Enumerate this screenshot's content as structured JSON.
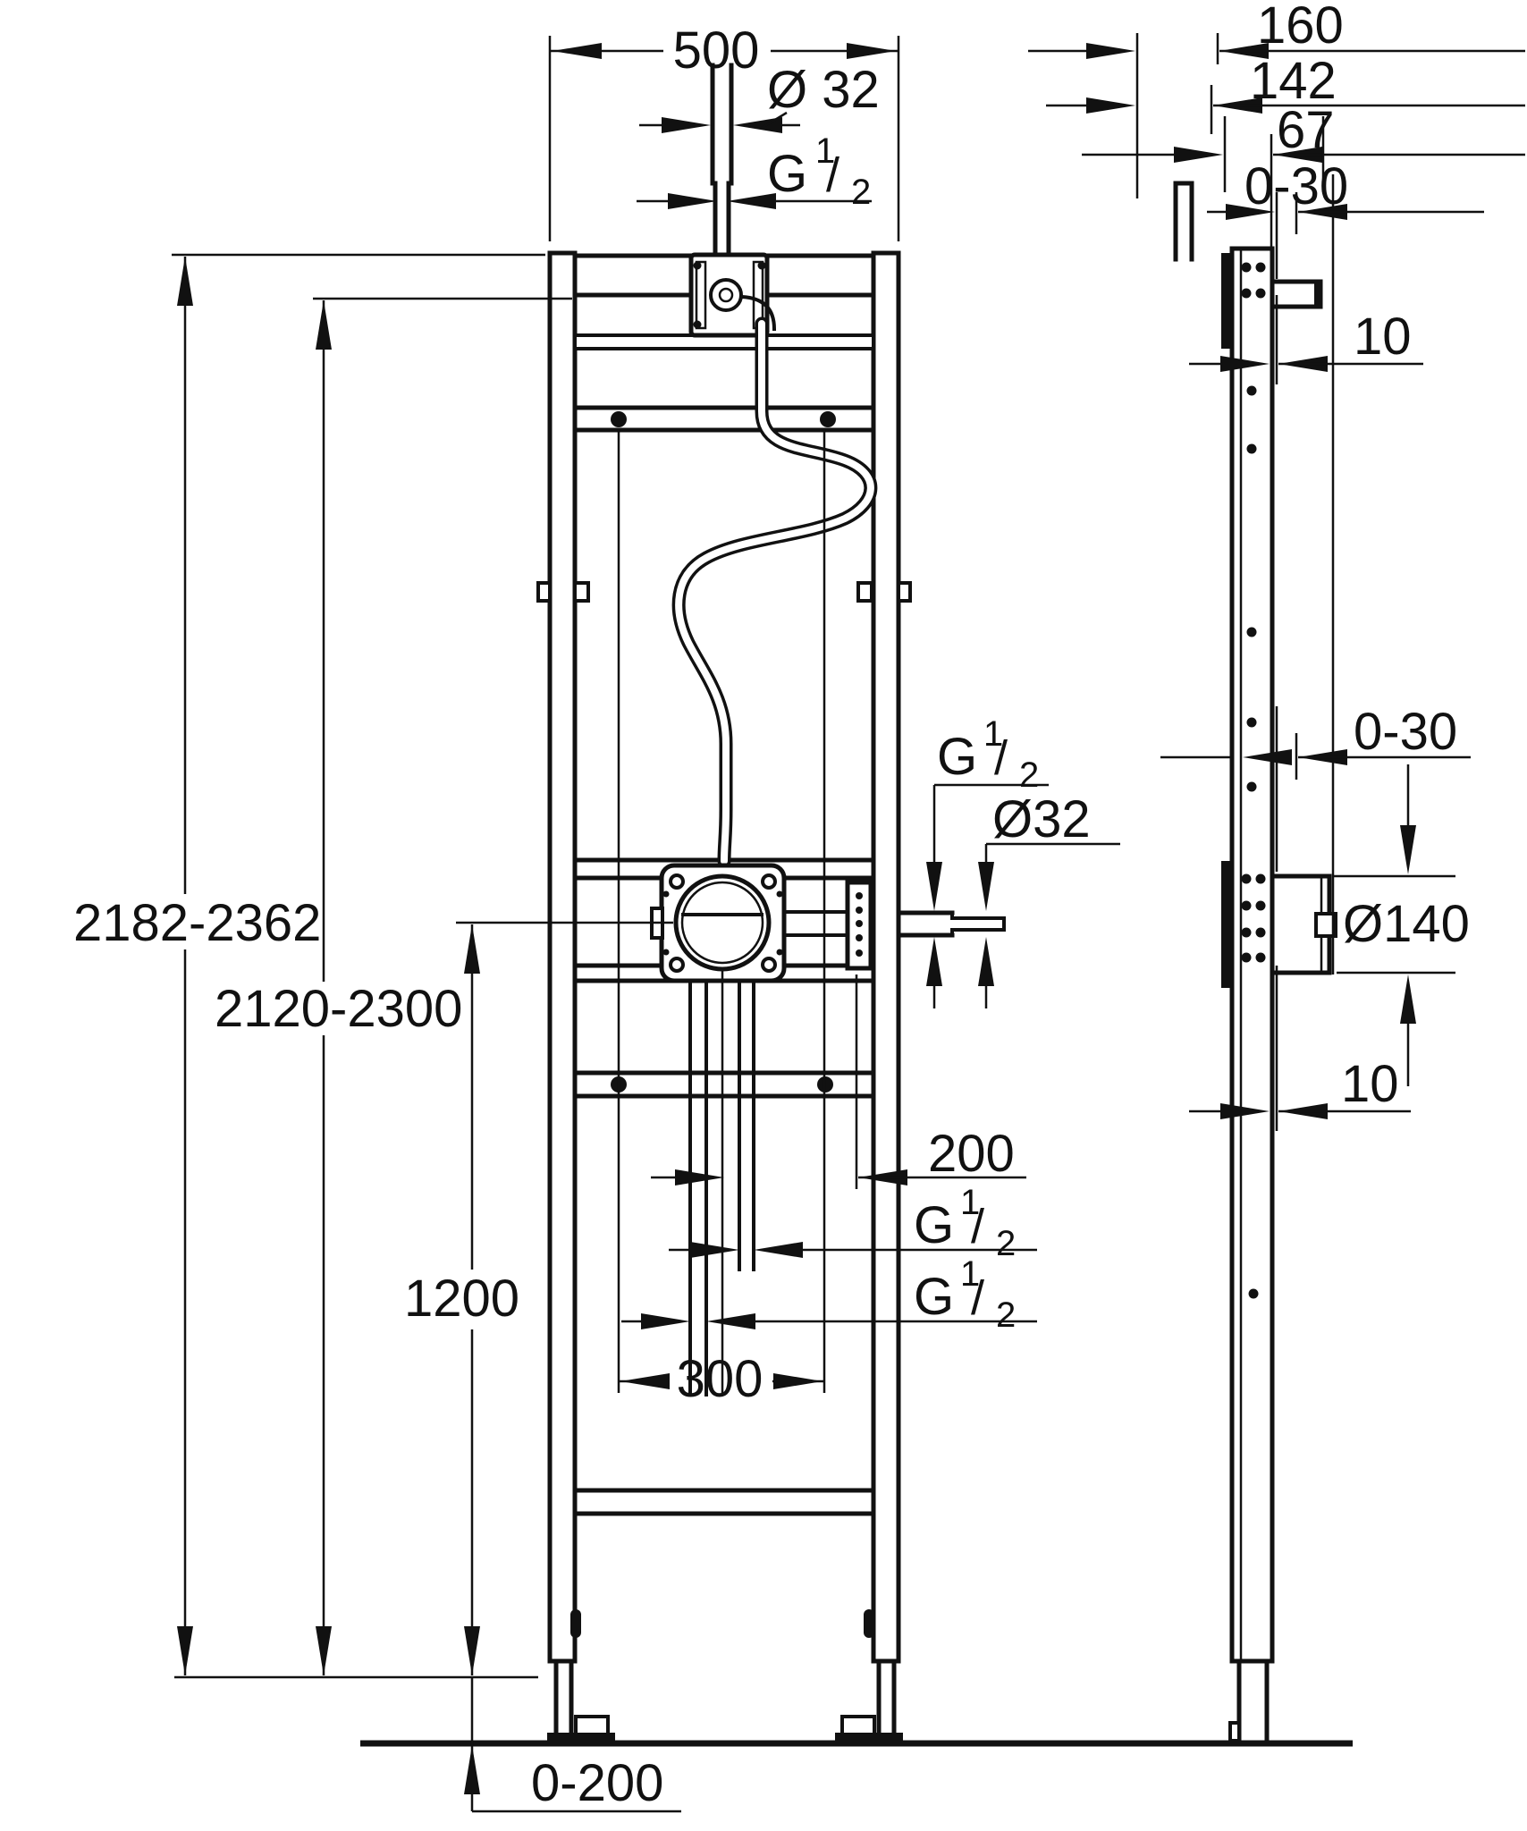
{
  "front_view": {
    "frame_width": "500",
    "top_connection": {
      "diameter": "Ø 32",
      "thread": [
        "G",
        "1",
        "/",
        "2"
      ]
    },
    "overall_height_range": "2182-2362",
    "upper_edge_height_range": "2120-2300",
    "mixer_center_height": "1200",
    "side_connection": {
      "thread": [
        "G",
        "1",
        "/",
        "2"
      ],
      "diameter": "Ø32"
    },
    "center_offset": "200",
    "lower_connection_first": [
      "G",
      "1",
      "/",
      "2"
    ],
    "lower_connection_second": [
      "G",
      "1",
      "/",
      "2"
    ],
    "connection_spacing": "300",
    "foot_height_adjust": "0-200"
  },
  "side_view": {
    "depth_overall": "160",
    "depth_inner": "142",
    "rail_depth": "67",
    "wall_offset_top": "0-30",
    "plate_gap_top": "10",
    "wall_offset_middle": "0-30",
    "mixer_housing_diameter": "Ø140",
    "plate_gap_bottom": "10"
  }
}
